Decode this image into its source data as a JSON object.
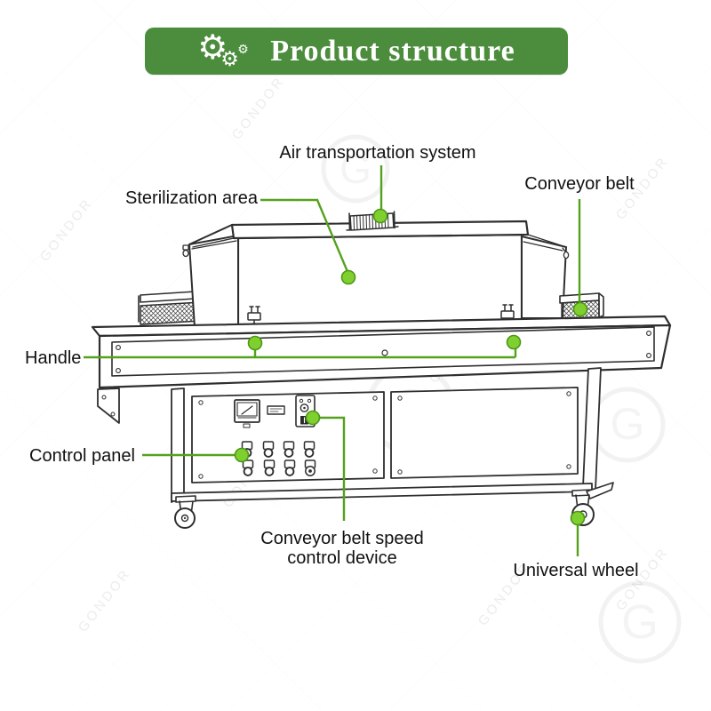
{
  "banner": {
    "title": "Product structure",
    "icon_glyph": "⚙",
    "bg_color": "#4b8d3c",
    "text_color": "#ffffff"
  },
  "labels": {
    "air": "Air transportation system",
    "sterilization": "Sterilization area",
    "conveyor_belt": "Conveyor belt",
    "handle": "Handle",
    "control_panel": "Control panel",
    "speed_line1": "Conveyor belt speed",
    "speed_line2": "control device",
    "universal_wheel": "Universal wheel"
  },
  "watermark": {
    "text": "GONDOR",
    "monogram": "G"
  },
  "colors": {
    "banner_green": "#4b8d3c",
    "leader_line_green": "#55a11d",
    "dot_fill_green": "#7fd02f",
    "dot_stroke_green": "#4c9718",
    "drawing_stroke": "#2f2f2f",
    "label_text": "#111111"
  }
}
